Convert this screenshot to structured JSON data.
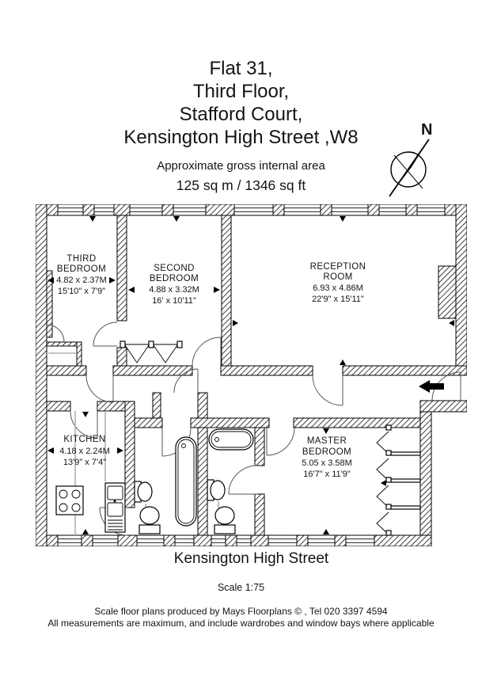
{
  "header": {
    "title_lines": [
      "Flat 31,",
      "Third Floor,",
      "Stafford Court,",
      "Kensington High Street ,W8"
    ],
    "area_label": "Approximate gross internal area",
    "area_value": "125 sq m  /  1346 sq ft"
  },
  "compass": {
    "north_label": "N"
  },
  "rooms": {
    "third_bedroom": {
      "name_line1": "THIRD",
      "name_line2": "BEDROOM",
      "metric": "4.82 x 2.37M",
      "imperial": "15'10\" x 7'9\""
    },
    "second_bedroom": {
      "name_line1": "SECOND",
      "name_line2": "BEDROOM",
      "metric": "4.88 x 3.32M",
      "imperial": "16' x 10'11\""
    },
    "reception_room": {
      "name_line1": "RECEPTION",
      "name_line2": "ROOM",
      "metric": "6.93 x 4.86M",
      "imperial": "22'9\" x 15'11\""
    },
    "kitchen": {
      "name_line1": "KITCHEN",
      "metric": "4.18 x 2.24M",
      "imperial": "13'9\" x 7'4\""
    },
    "master_bedroom": {
      "name_line1": "MASTER",
      "name_line2": "BEDROOM",
      "metric": "5.05 x 3.58M",
      "imperial": "16'7\" x 11'9\""
    }
  },
  "footer": {
    "street": "Kensington High Street",
    "scale": "Scale 1:75",
    "credit": "Scale floor plans produced by Mays Floorplans  © , Tel 020 3397 4594",
    "disclaimer": "All measurements are maximum, and include wardrobes and window bays where applicable"
  },
  "colors": {
    "line": "#000000",
    "counter_gray": "#b0b0b0"
  }
}
